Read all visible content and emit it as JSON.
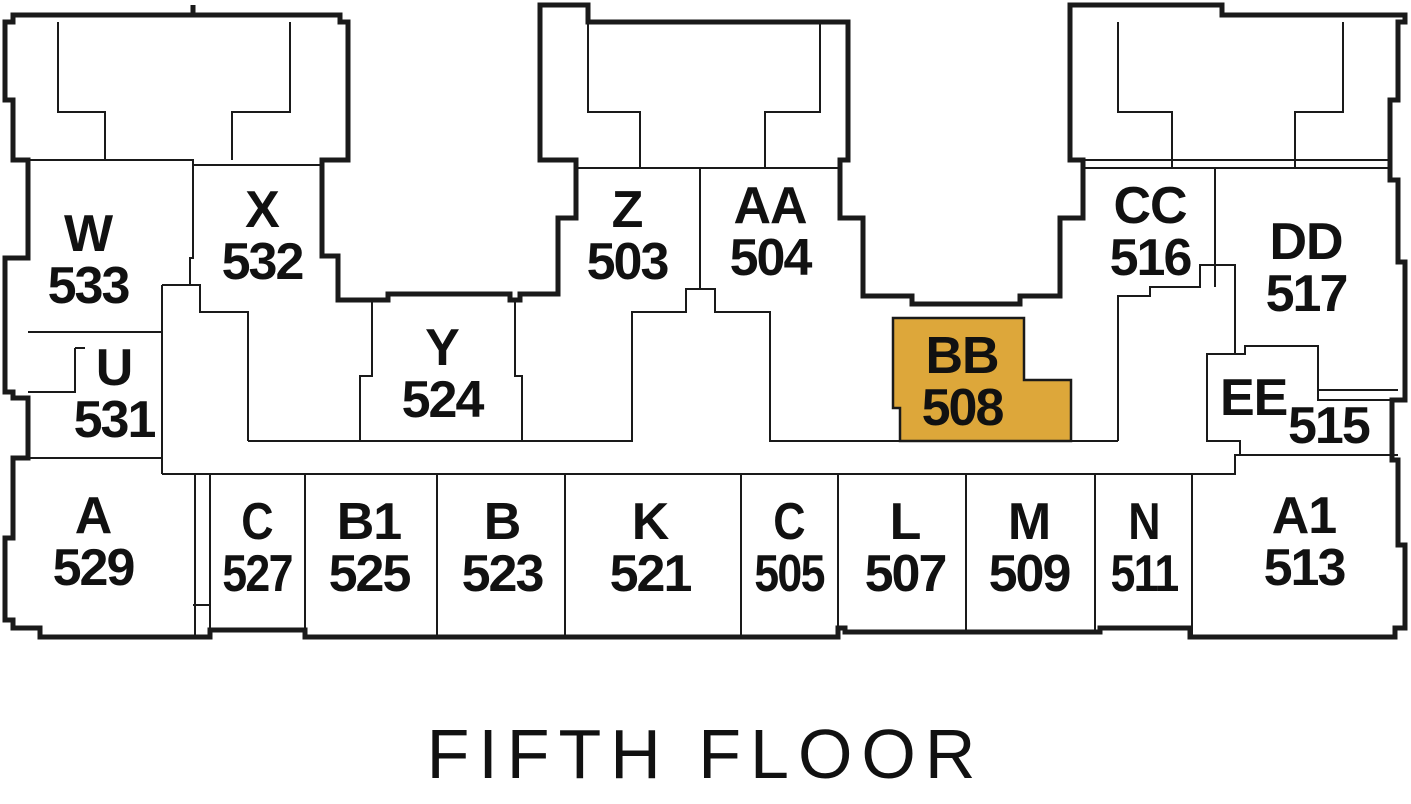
{
  "floor_title": "FIFTH FLOOR",
  "highlight_color": "#DDA73A",
  "highlighted_unit": "BB",
  "units": [
    {
      "letter": "W",
      "number": "533"
    },
    {
      "letter": "X",
      "number": "532"
    },
    {
      "letter": "U",
      "number": "531"
    },
    {
      "letter": "Y",
      "number": "524"
    },
    {
      "letter": "Z",
      "number": "503"
    },
    {
      "letter": "AA",
      "number": "504"
    },
    {
      "letter": "BB",
      "number": "508"
    },
    {
      "letter": "CC",
      "number": "516"
    },
    {
      "letter": "DD",
      "number": "517"
    },
    {
      "letter": "EE",
      "number": "515"
    },
    {
      "letter": "A",
      "number": "529"
    },
    {
      "letter": "C",
      "number": "527"
    },
    {
      "letter": "B1",
      "number": "525"
    },
    {
      "letter": "B",
      "number": "523"
    },
    {
      "letter": "K",
      "number": "521"
    },
    {
      "letter": "C",
      "number": "505"
    },
    {
      "letter": "L",
      "number": "507"
    },
    {
      "letter": "M",
      "number": "509"
    },
    {
      "letter": "N",
      "number": "511"
    },
    {
      "letter": "A1",
      "number": "513"
    }
  ]
}
